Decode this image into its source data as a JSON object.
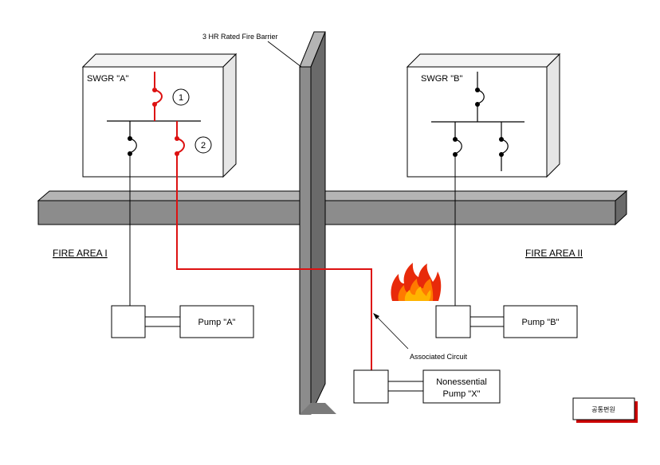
{
  "labels": {
    "fire_barrier": "3 HR Rated Fire Barrier",
    "swgr_a": "SWGR \"A\"",
    "swgr_b": "SWGR \"B\"",
    "fire_area_1": "FIRE AREA I",
    "fire_area_2": "FIRE AREA II",
    "pump_a": "Pump \"A\"",
    "pump_b": "Pump \"B\"",
    "nonessential_line1": "Nonessential",
    "nonessential_line2": "Pump \"X\"",
    "associated_circuit": "Associated Circuit",
    "breaker_1": "1",
    "breaker_2": "2",
    "watermark": "공통편원"
  },
  "colors": {
    "associated_circuit": "#dd1111",
    "wall_fill": "#8c8c8c",
    "wall_shade": "#6a6a6a",
    "wall_light": "#b4b4b4",
    "flame_outer": "#e82a0a",
    "flame_inner": "#ffb400"
  },
  "icons": {
    "fire": "flame-icon",
    "breaker": "circuit-breaker-icon"
  }
}
